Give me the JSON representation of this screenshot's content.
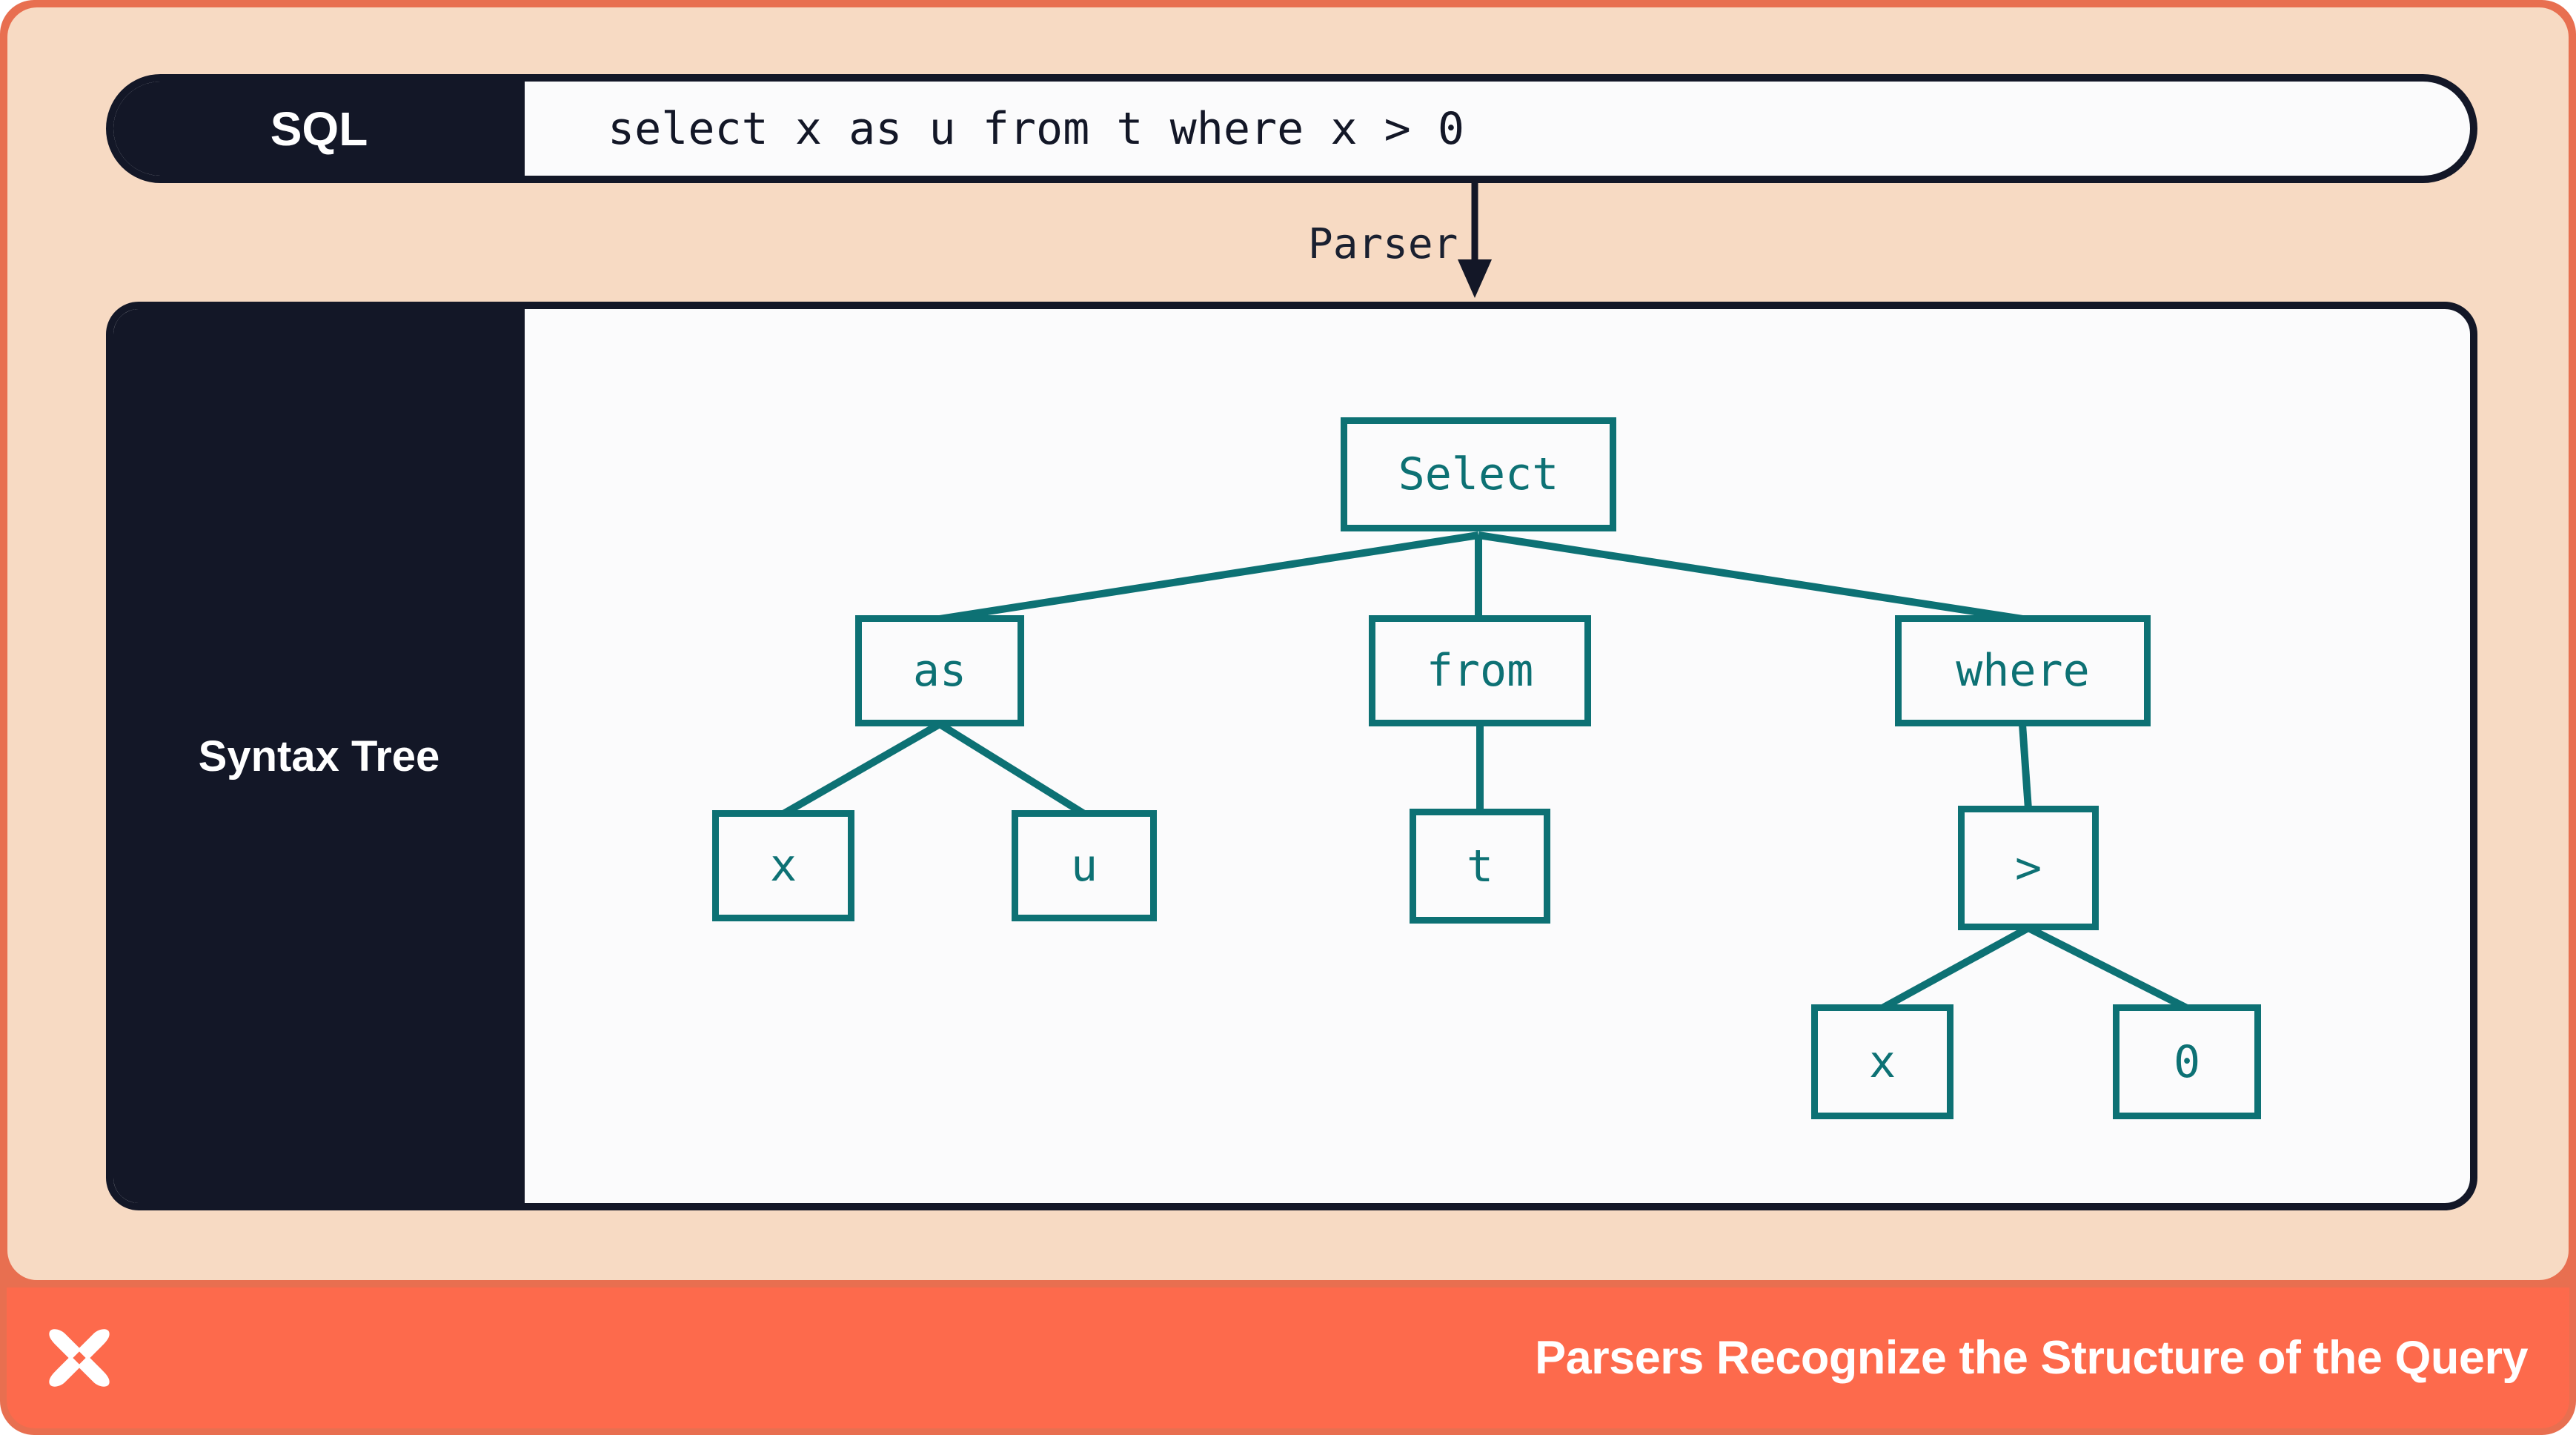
{
  "sql_bar": {
    "label": "SQL",
    "query": "select x as u from t where x > 0"
  },
  "parser": {
    "label": "Parser",
    "arrow_icon": "down-arrow-icon"
  },
  "syntax_tree": {
    "label": "Syntax Tree",
    "nodes": [
      {
        "id": "select",
        "label": "Select"
      },
      {
        "id": "as",
        "label": "as"
      },
      {
        "id": "from",
        "label": "from"
      },
      {
        "id": "where",
        "label": "where"
      },
      {
        "id": "x-source-column",
        "label": "x"
      },
      {
        "id": "u-alias",
        "label": "u"
      },
      {
        "id": "t-table",
        "label": "t"
      },
      {
        "id": "gt-operator",
        "label": ">"
      },
      {
        "id": "x-operand",
        "label": "x"
      },
      {
        "id": "zero-operand",
        "label": "0"
      }
    ],
    "edges": [
      [
        "Select",
        "as"
      ],
      [
        "Select",
        "from"
      ],
      [
        "Select",
        "where"
      ],
      [
        "as",
        "x"
      ],
      [
        "as",
        "u"
      ],
      [
        "from",
        "t"
      ],
      [
        "where",
        ">"
      ],
      [
        ">",
        "x"
      ],
      [
        ">",
        "0"
      ]
    ]
  },
  "footer": {
    "logo_icon": "dbt-logo-icon",
    "title": "Parsers Recognize the Structure of the Query"
  },
  "colors": {
    "frame": "#e86f50",
    "footer": "#fd6a4c",
    "panel_peach": "#f7dac3",
    "ink_navy": "#131727",
    "paper": "#fbfbfc",
    "tree_teal": "#0d7174"
  }
}
